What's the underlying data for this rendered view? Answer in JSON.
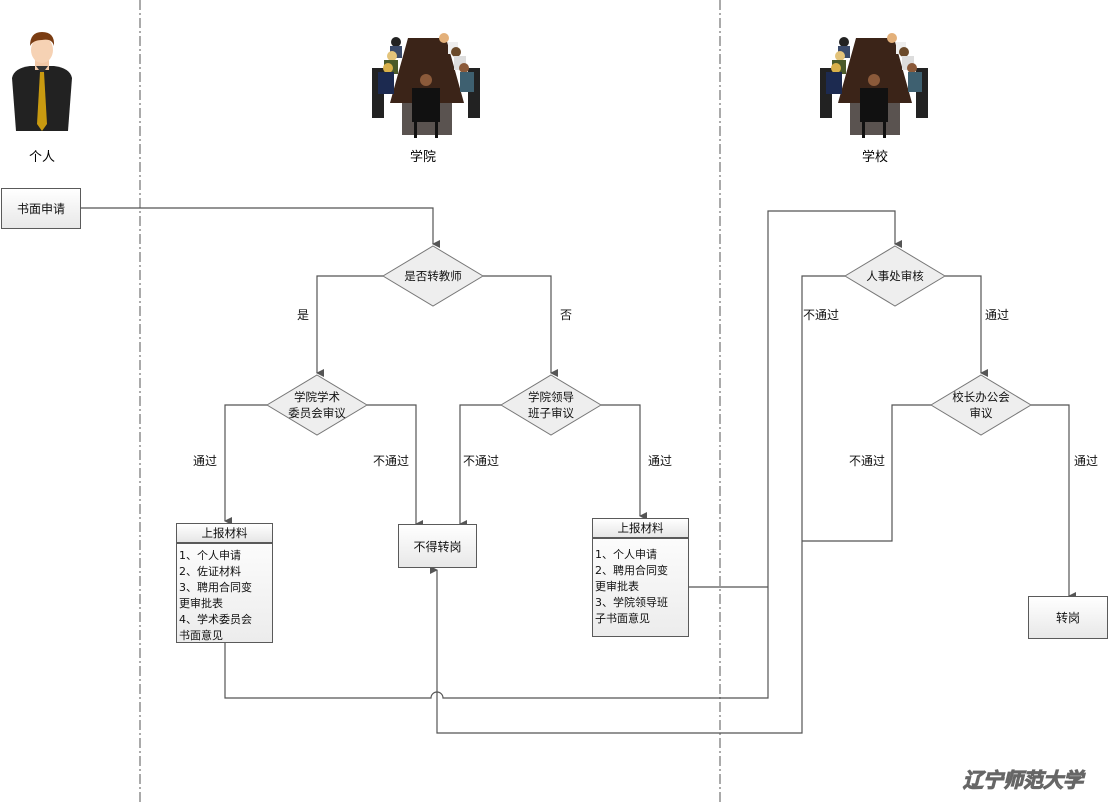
{
  "lanes": [
    {
      "title": "个人"
    },
    {
      "title": "学院"
    },
    {
      "title": "学校"
    }
  ],
  "nodes": {
    "written_application": "书面申请",
    "is_transfer_teacher": [
      "是否转教师"
    ],
    "academic_committee": [
      "学院学术",
      "委员会审议"
    ],
    "leadership_review": [
      "学院领导",
      "班子审议"
    ],
    "hr_review": [
      "人事处审核"
    ],
    "president_office": [
      "校长办公会",
      "审议"
    ],
    "no_transfer": "不得转岗",
    "transfer": "转岗",
    "materials_left": {
      "header": "上报材料",
      "lines": [
        "1、个人申请",
        "2、佐证材料",
        "3、聘用合同变",
        "更审批表",
        "4、学术委员会",
        "书面意见"
      ]
    },
    "materials_right": {
      "header": "上报材料",
      "lines": [
        "1、个人申请",
        "2、聘用合同变",
        "更审批表",
        "3、学院领导班",
        "子书面意见"
      ]
    }
  },
  "edge_labels": {
    "yes": "是",
    "no": "否",
    "pass": "通过",
    "fail": "不通过"
  },
  "watermark": "辽宁师范大学",
  "colors": {
    "line": "#555555",
    "diamond_fill": "#eeeeee",
    "lane_divider": "#555555"
  }
}
